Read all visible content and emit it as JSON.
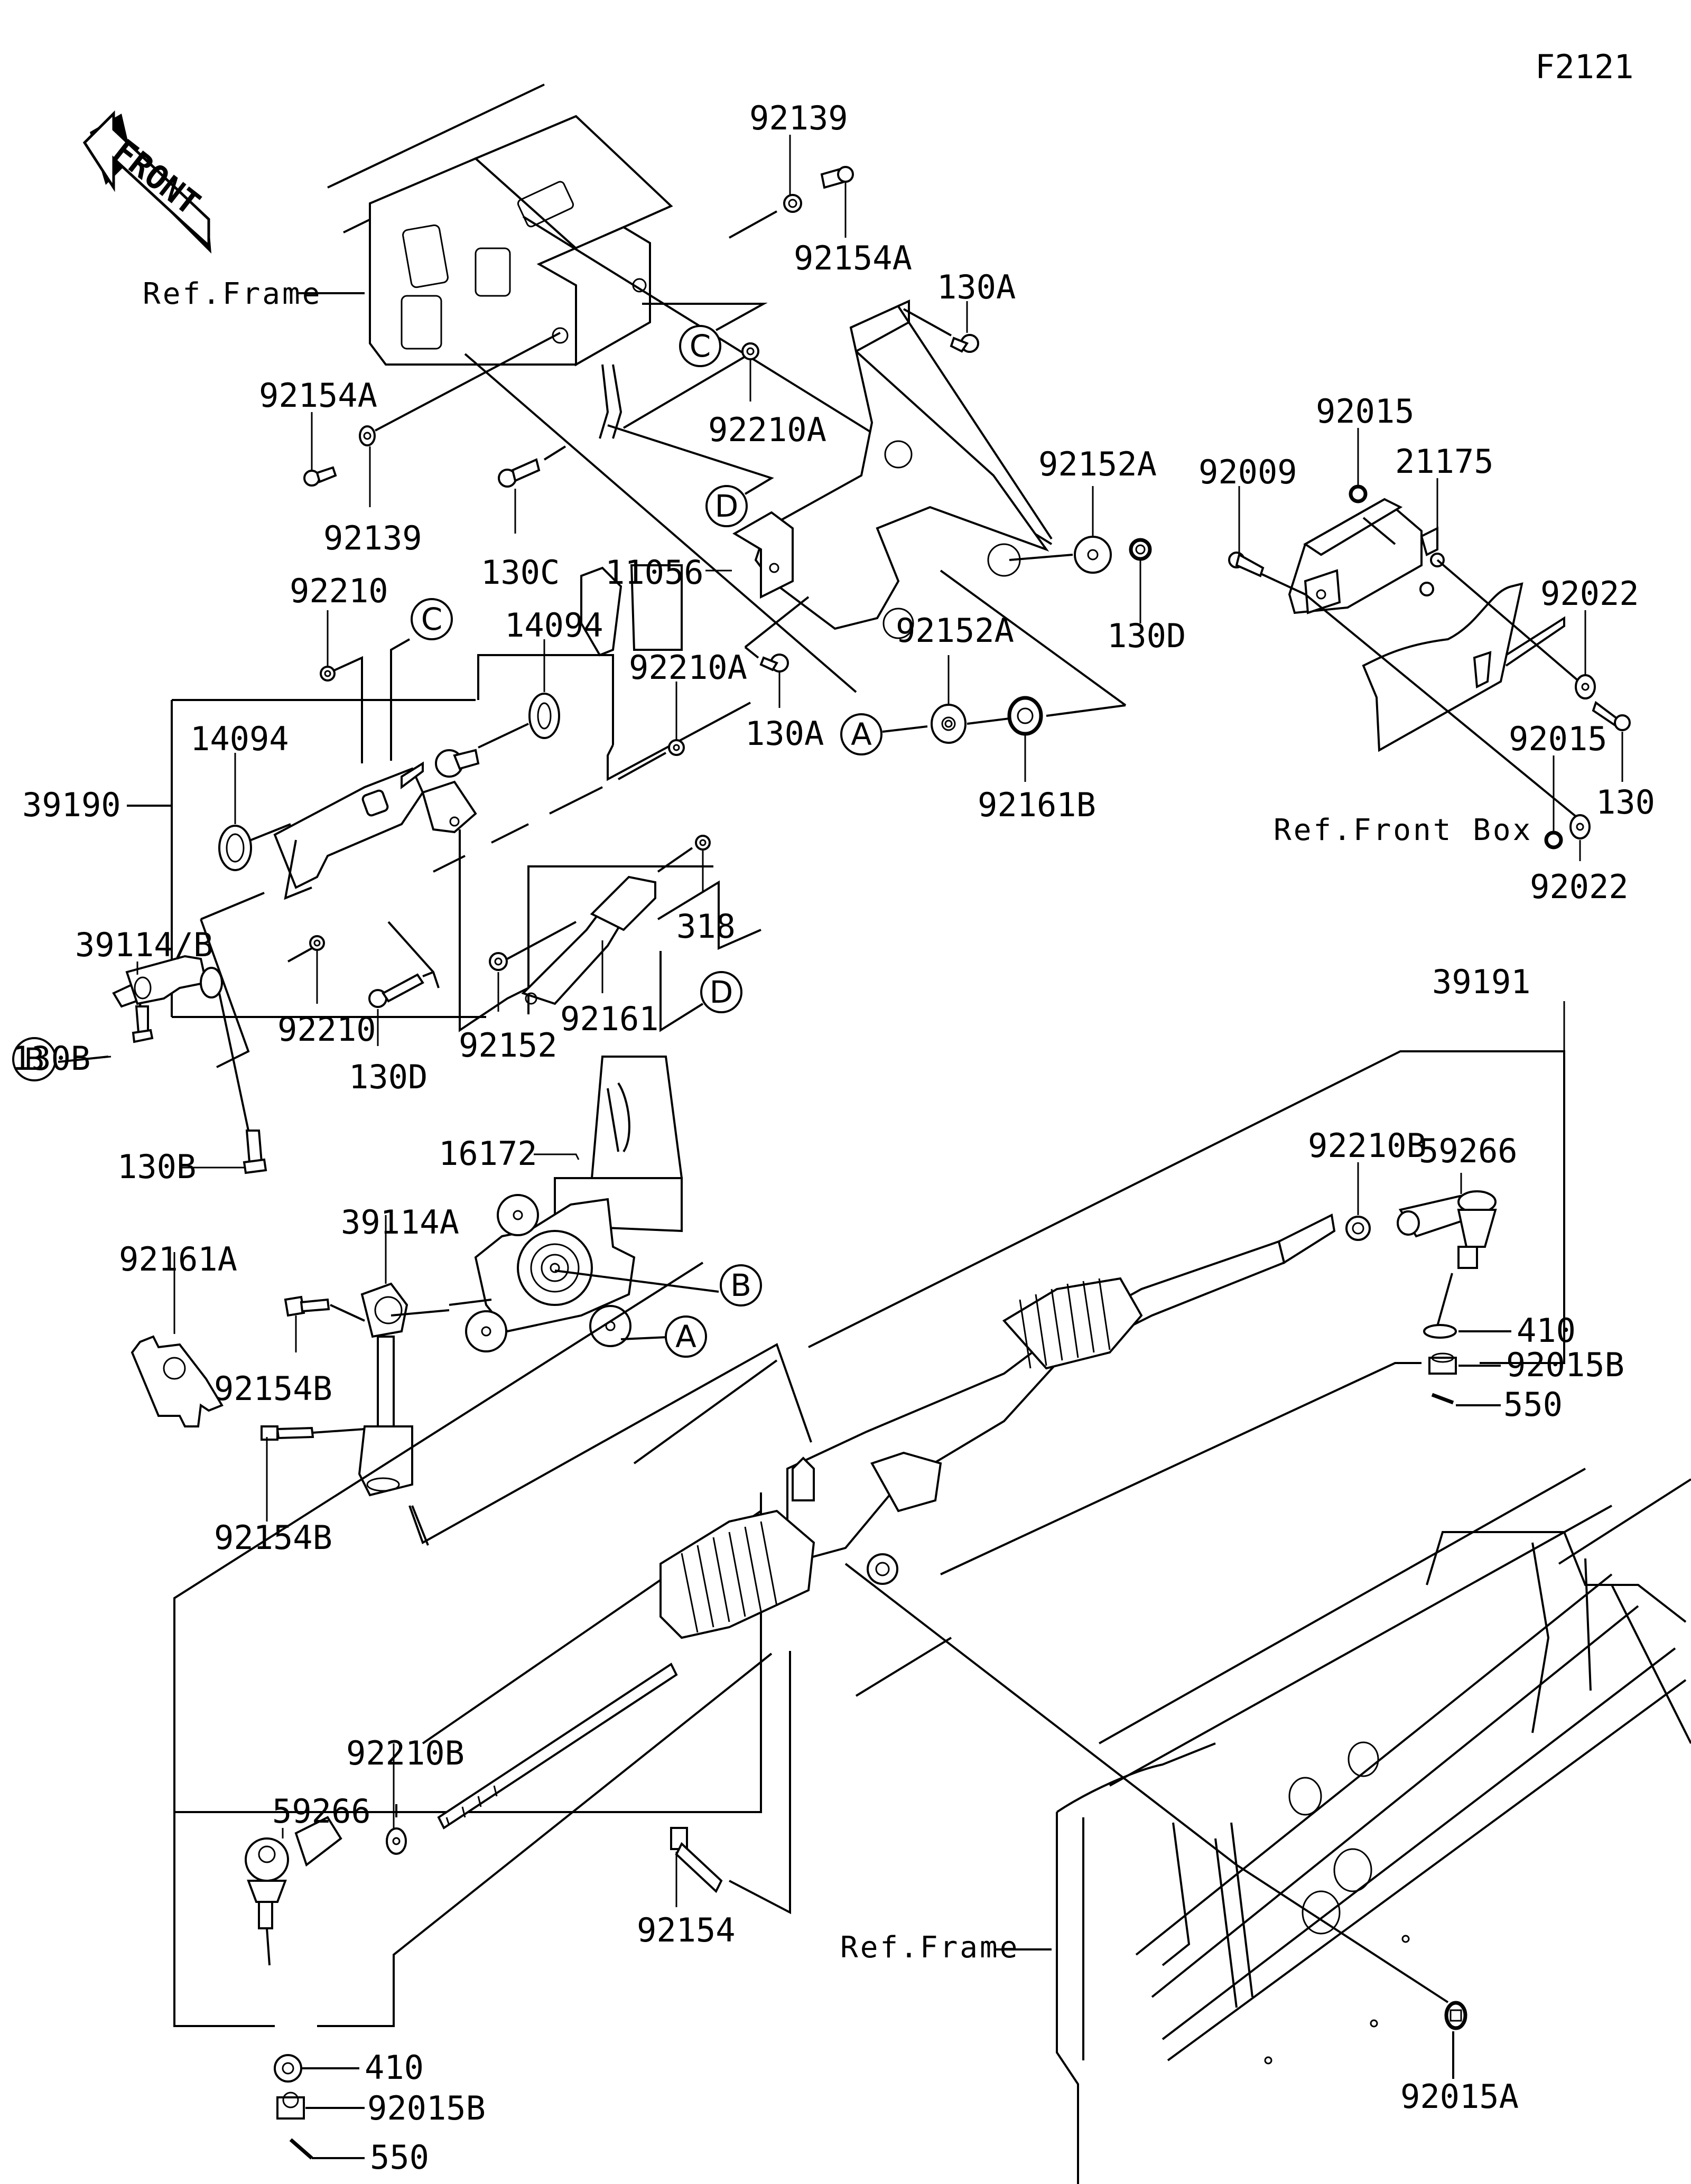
{
  "diagram": {
    "figure_id": "F2121",
    "front_arrow_label": "FRONT",
    "reference_labels": {
      "frame_top": "Ref.Frame",
      "front_box": "Ref.Front Box",
      "frame_bottom": "Ref.Frame"
    },
    "connector_markers": [
      "A",
      "B",
      "C",
      "D"
    ],
    "part_labels": [
      {
        "id": "p92139_top",
        "text": "92139"
      },
      {
        "id": "p92154A_top",
        "text": "92154A"
      },
      {
        "id": "p130A_top",
        "text": "130A"
      },
      {
        "id": "p92154A_left",
        "text": "92154A"
      },
      {
        "id": "p92210A_top",
        "text": "92210A"
      },
      {
        "id": "p92139_left",
        "text": "92139"
      },
      {
        "id": "p130C",
        "text": "130C"
      },
      {
        "id": "p11056",
        "text": "11056"
      },
      {
        "id": "p92152A_top",
        "text": "92152A"
      },
      {
        "id": "p130D_right",
        "text": "130D"
      },
      {
        "id": "p130A_mid",
        "text": "130A"
      },
      {
        "id": "p92152A_mid",
        "text": "92152A"
      },
      {
        "id": "p92161B",
        "text": "92161B"
      },
      {
        "id": "p92015_top",
        "text": "92015"
      },
      {
        "id": "p92009",
        "text": "92009"
      },
      {
        "id": "p21175",
        "text": "21175"
      },
      {
        "id": "p92022_top",
        "text": "92022"
      },
      {
        "id": "p92015_bot",
        "text": "92015"
      },
      {
        "id": "p130",
        "text": "130"
      },
      {
        "id": "p92022_bot",
        "text": "92022"
      },
      {
        "id": "p92210_top",
        "text": "92210"
      },
      {
        "id": "p14094_top",
        "text": "14094"
      },
      {
        "id": "p92210A_mid",
        "text": "92210A"
      },
      {
        "id": "p39190",
        "text": "39190"
      },
      {
        "id": "p14094_left",
        "text": "14094"
      },
      {
        "id": "p318",
        "text": "318"
      },
      {
        "id": "p39114B",
        "text": "39114/B"
      },
      {
        "id": "p92210_bot",
        "text": "92210"
      },
      {
        "id": "p130D_left",
        "text": "130D"
      },
      {
        "id": "p92152",
        "text": "92152"
      },
      {
        "id": "p92161",
        "text": "92161"
      },
      {
        "id": "p130B_a",
        "text": "130B"
      },
      {
        "id": "p130B_b",
        "text": "130B"
      },
      {
        "id": "p16172",
        "text": "16172"
      },
      {
        "id": "p39114A",
        "text": "39114A"
      },
      {
        "id": "p92161A",
        "text": "92161A"
      },
      {
        "id": "p92154B_a",
        "text": "92154B"
      },
      {
        "id": "p92154B_b",
        "text": "92154B"
      },
      {
        "id": "p39191",
        "text": "39191"
      },
      {
        "id": "p92210B_right",
        "text": "92210B"
      },
      {
        "id": "p59266_right",
        "text": "59266"
      },
      {
        "id": "p410_right",
        "text": "410"
      },
      {
        "id": "p92015B_right",
        "text": "92015B"
      },
      {
        "id": "p550_right",
        "text": "550"
      },
      {
        "id": "p92210B_left",
        "text": "92210B"
      },
      {
        "id": "p59266_left",
        "text": "59266"
      },
      {
        "id": "p92154",
        "text": "92154"
      },
      {
        "id": "p410_left",
        "text": "410"
      },
      {
        "id": "p92015B_left",
        "text": "92015B"
      },
      {
        "id": "p550_left",
        "text": "550"
      },
      {
        "id": "p92015A",
        "text": "92015A"
      }
    ]
  }
}
